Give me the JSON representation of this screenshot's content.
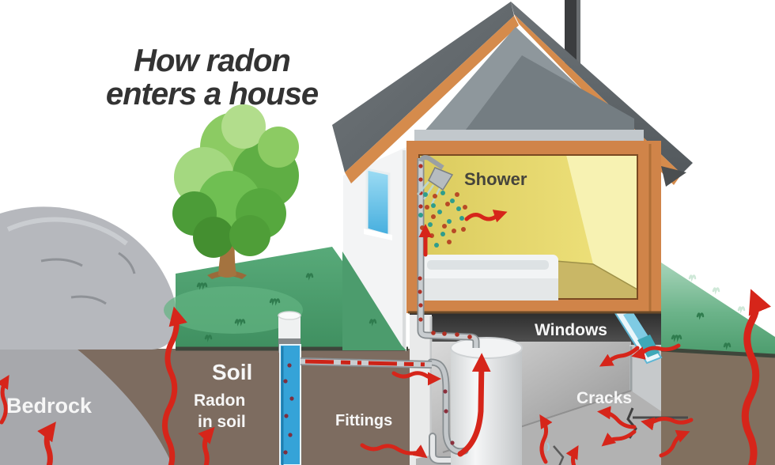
{
  "diagram": {
    "title_line1": "How radon",
    "title_line2": "enters a house",
    "labels": {
      "shower": "Shower",
      "windows": "Windows",
      "cracks": "Cracks",
      "fittings": "Fittings",
      "soil": "Soil",
      "radon_in_soil_line1": "Radon",
      "radon_in_soil_line2": "in soil",
      "bedrock": "Bedrock"
    },
    "colors": {
      "arrow_red": "#d6251a",
      "grass_green": "#4c9c6d",
      "soil_brown": "#7d6c60",
      "bedrock_gray": "#a7a8ac",
      "roof_gray": "#63696d",
      "wood_trim": "#d58b4c",
      "wall_yellow": "#e3d264",
      "wall_pale_yellow": "#f7f2b2",
      "floor_tan": "#c9b766",
      "well_blue": "#35a3d8",
      "window_blue": "#62c0e4"
    }
  }
}
